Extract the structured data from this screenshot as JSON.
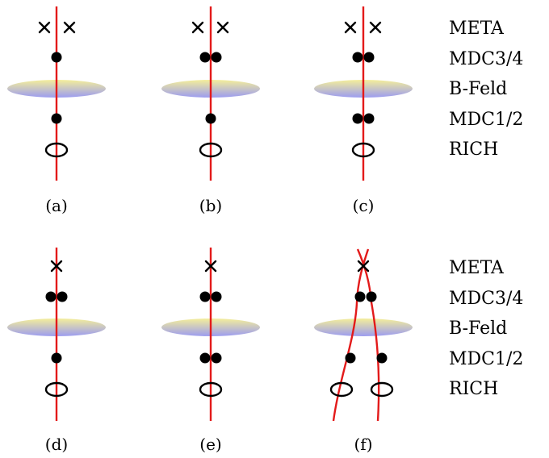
{
  "detector_layers": [
    "META",
    "MDC3/4",
    "B-Feld",
    "MDC1/2",
    "RICH"
  ],
  "panels": [
    {
      "label": "(a)",
      "meta_hits": 2,
      "mdc34_hits": 1,
      "mdc12_hits": 1,
      "rich_rings": 1,
      "tracks": 1
    },
    {
      "label": "(b)",
      "meta_hits": 2,
      "mdc34_hits": 2,
      "mdc12_hits": 1,
      "rich_rings": 1,
      "tracks": 1
    },
    {
      "label": "(c)",
      "meta_hits": 2,
      "mdc34_hits": 2,
      "mdc12_hits": 2,
      "rich_rings": 1,
      "tracks": 1
    },
    {
      "label": "(d)",
      "meta_hits": 1,
      "mdc34_hits": 2,
      "mdc12_hits": 1,
      "rich_rings": 1,
      "tracks": 1
    },
    {
      "label": "(e)",
      "meta_hits": 1,
      "mdc34_hits": 2,
      "mdc12_hits": 2,
      "rich_rings": 1,
      "tracks": 1
    },
    {
      "label": "(f)",
      "meta_hits": 1,
      "mdc34_hits": 2,
      "mdc12_hits": 2,
      "rich_rings": 2,
      "tracks": 2
    }
  ],
  "colors": {
    "track": "#e31a1a",
    "field_top": "#f4ee9a",
    "field_bottom": "#9c9cf0"
  }
}
